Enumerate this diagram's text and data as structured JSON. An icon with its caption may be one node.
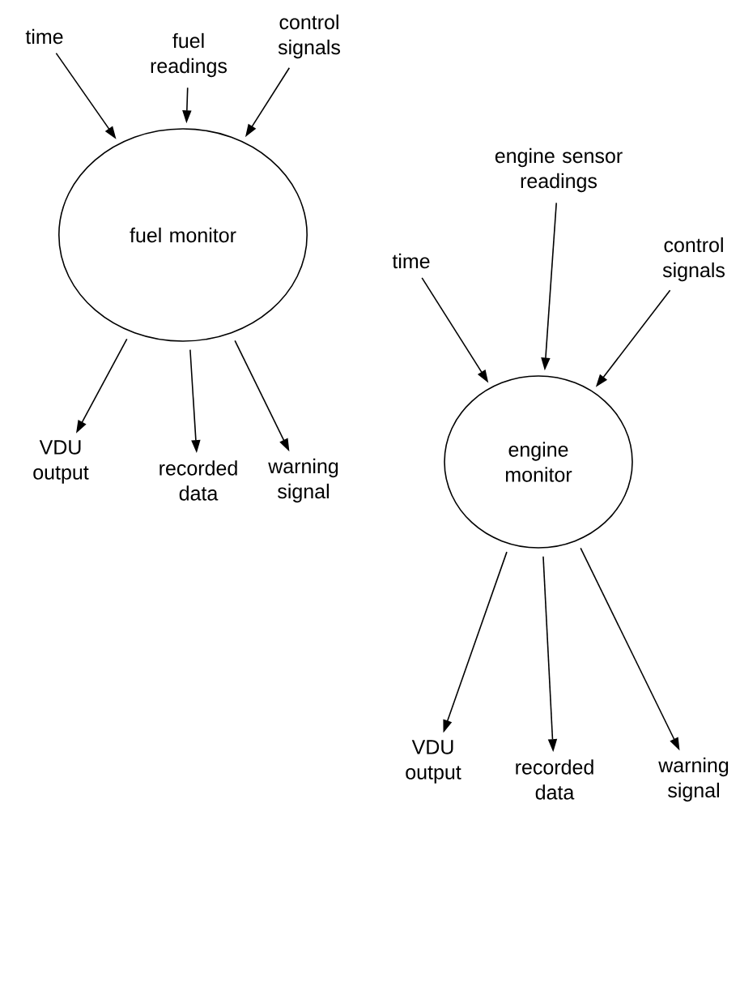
{
  "diagram": {
    "nodes": [
      {
        "text": [
          "time"
        ]
      },
      {
        "text": [
          "fuel readings"
        ]
      },
      {
        "text": [
          "control signals"
        ]
      },
      {
        "text": [
          "fuel monitor"
        ]
      },
      {
        "text": [
          "VDU output"
        ]
      },
      {
        "text": [
          "recorded data"
        ]
      },
      {
        "text": [
          "warning signal"
        ]
      },
      {
        "text": [
          "engine sensor readings"
        ]
      },
      {
        "text": [
          "time"
        ]
      },
      {
        "text": [
          "control signals"
        ]
      },
      {
        "text": [
          "engine monitor"
        ]
      },
      {
        "text": [
          "VDU output"
        ]
      },
      {
        "text": [
          "recorded data"
        ]
      },
      {
        "text": [
          "warning signal"
        ]
      }
    ],
    "edges": [
      {
        "from": 0,
        "to": 3,
        "arrow": "to"
      },
      {
        "from": 1,
        "to": 3,
        "arrow": "to"
      },
      {
        "from": 2,
        "to": 3,
        "arrow": "to"
      },
      {
        "from": 3,
        "to": 4,
        "arrow": "to"
      },
      {
        "from": 3,
        "to": 5,
        "arrow": "to"
      },
      {
        "from": 3,
        "to": 6,
        "arrow": "to"
      },
      {
        "from": 8,
        "to": 10,
        "arrow": "to"
      },
      {
        "from": 7,
        "to": 10,
        "arrow": "to"
      },
      {
        "from": 9,
        "to": 10,
        "arrow": "to"
      },
      {
        "from": 10,
        "to": 11,
        "arrow": "to"
      },
      {
        "from": 10,
        "to": 12,
        "arrow": "to"
      },
      {
        "from": 10,
        "to": 13,
        "arrow": "to"
      }
    ]
  }
}
